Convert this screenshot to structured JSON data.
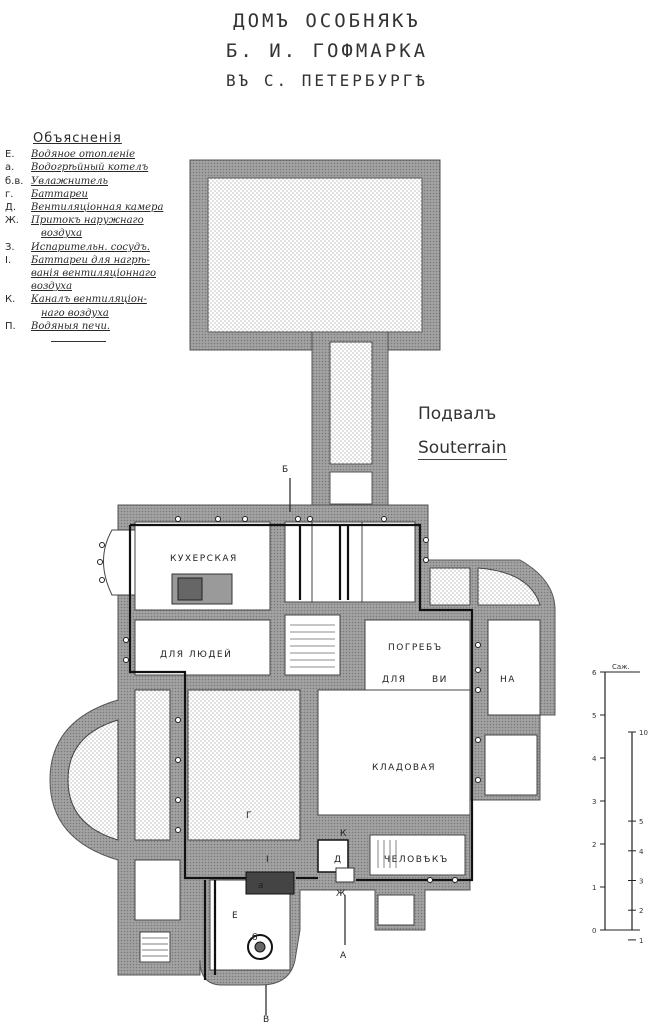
{
  "title": {
    "line1": "ДОМЪ ОСОБНЯКЪ",
    "line2": "Б. И. ГОФМАРКА",
    "line3": "ВЪ С. ПЕТЕРБУРГѢ"
  },
  "legend": {
    "heading": "Объясненія",
    "items": [
      {
        "key": "Е.",
        "text": "Водяное отопленіе"
      },
      {
        "key": "а.",
        "text": "Водогрѣйный котелъ"
      },
      {
        "key": "б.в.",
        "text": "Увлажнитель"
      },
      {
        "key": "г.",
        "text": "Баттареи"
      },
      {
        "key": "Д.",
        "text": "Вентиляціонная камера"
      },
      {
        "key": "Ж.",
        "text": "Притокъ наружнаго"
      },
      {
        "key": "",
        "text": "воздуха"
      },
      {
        "key": "З.",
        "text": "Испарительн. сосудъ."
      },
      {
        "key": "І.",
        "text": "Баттареи для нагрѣ-"
      },
      {
        "key": "",
        "text": "ванія вентиляціоннаго"
      },
      {
        "key": "",
        "text": "воздуха"
      },
      {
        "key": "К.",
        "text": "Каналъ вентиляціон-"
      },
      {
        "key": "",
        "text": "наго воздуха"
      },
      {
        "key": "П.",
        "text": "Водяныя печи."
      }
    ]
  },
  "section_label": {
    "ru": "Подвалъ",
    "fr": "Souterrain"
  },
  "rooms": {
    "kitchen": "КУХЕРСКАЯ",
    "servants": "ДЛЯ ЛЮДЕЙ",
    "wine_cellar_1": "ПОГРЕБЪ",
    "wine_cellar_2": "ДЛЯ",
    "wine_cellar_3": "ВИ",
    "wine_cellar_4": "НА",
    "storeroom": "КЛАДОВАЯ",
    "man": "ЧЕЛОВѢКЪ"
  },
  "markers": {
    "b_top": "Б",
    "a_bottom": "А",
    "v_bottom": "В",
    "boiler_a": "а",
    "room_e": "Е",
    "humid_b": "б",
    "zh": "Ж",
    "d": "Д",
    "k": "К",
    "i": "І",
    "g": "Г"
  },
  "scale": {
    "unit": "Саж.",
    "left_ticks": [
      "6",
      "5",
      "4",
      "3",
      "2",
      "1",
      "0"
    ],
    "right_ticks": [
      "10",
      "5",
      "4",
      "3",
      "2",
      "1"
    ]
  },
  "colors": {
    "wall": "#8e8e8e",
    "hatch": "#c8c8c8",
    "pipe": "#111111",
    "ink": "#2a2a2a"
  }
}
